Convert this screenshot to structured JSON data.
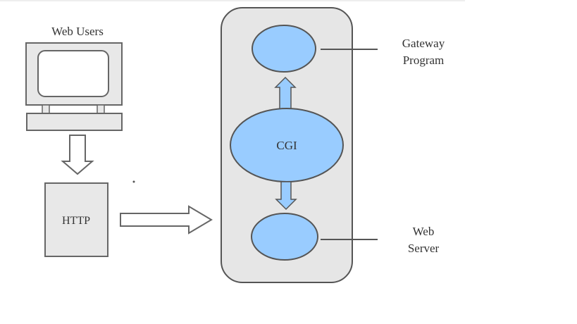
{
  "diagram": {
    "web_users_label": "Web Users",
    "http_label": "HTTP",
    "cgi_label": "CGI",
    "gateway_label_line1": "Gateway",
    "gateway_label_line2": "Program",
    "web_server_label_line1": "Web",
    "web_server_label_line2": "Server"
  },
  "colors": {
    "ellipse_fill": "#99ccff",
    "panel_fill": "#e6e6e6",
    "box_fill": "#e8e8e8",
    "stroke": "#555555"
  }
}
